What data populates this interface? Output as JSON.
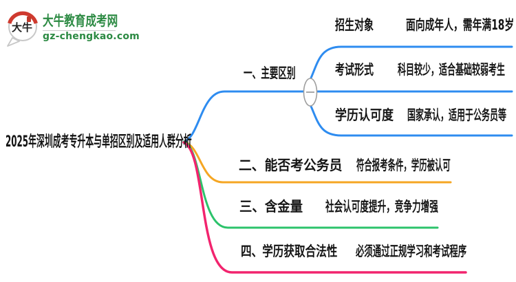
{
  "colors": {
    "branch_blue": "#2e8cf0",
    "branch_orange": "#f5a623",
    "branch_green": "#2cc36b",
    "branch_pink": "#f2246e",
    "logo_green": "#2c8a43",
    "logo_red": "#cf3a2f",
    "node_text": "#141414",
    "collapse_gray": "#9e9e9e"
  },
  "logo": {
    "icon_text": "大牛",
    "site_name": "大牛教育成考网",
    "site_domain": "gz-chengkao.com"
  },
  "mindmap": {
    "root_topic": "2025年深圳成考专升本与单招区别及适用人群分析",
    "collapse_icon": "minus",
    "branches": [
      {
        "label": "一、主要区别",
        "color": "#2e8cf0",
        "children": [
          {
            "label": "招生对象",
            "value": "面向成年人，需年满18岁"
          },
          {
            "label": "考试形式",
            "value": "科目较少，适合基础较弱考生"
          },
          {
            "label": "学历认可度",
            "value": "国家承认，适用于公务员等"
          }
        ]
      },
      {
        "label": "二、能否考公务员",
        "value": "符合报考条件，学历被认可",
        "color": "#f5a623"
      },
      {
        "label": "三、含金量",
        "value": "社会认可度提升，竞争力增强",
        "color": "#2cc36b"
      },
      {
        "label": "四、学历获取合法性",
        "value": "必须通过正规学习和考试程序",
        "color": "#f2246e"
      }
    ]
  }
}
